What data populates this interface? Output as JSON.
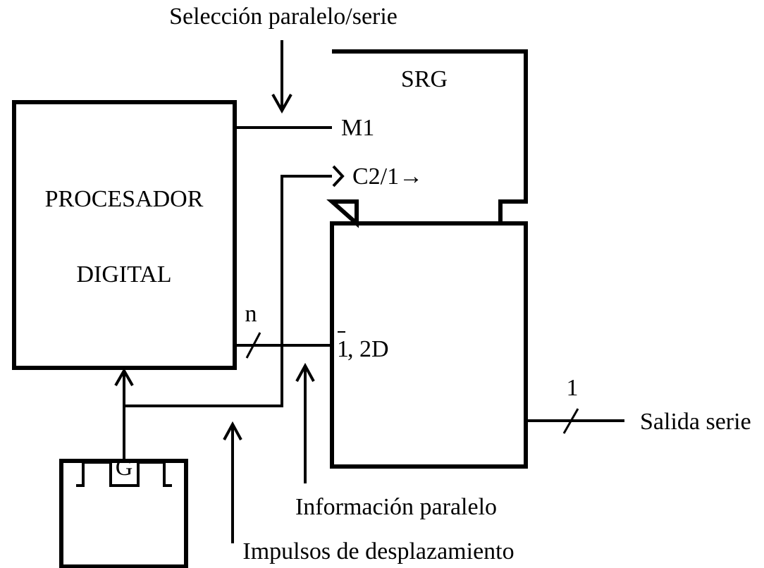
{
  "labels": {
    "seleccion": "Selección paralelo/serie",
    "srg": "SRG",
    "m1": "M1",
    "c21": "C2/1→",
    "procesador": "PROCESADOR",
    "digital": "DIGITAL",
    "n": "n",
    "one": "1",
    "two_d": ", 2D",
    "bus_width_serial": "1",
    "salida": "Salida serie",
    "clock_g": "G",
    "informacion": "Información paralelo",
    "impulsos": "Impulsos de desplazamiento"
  }
}
